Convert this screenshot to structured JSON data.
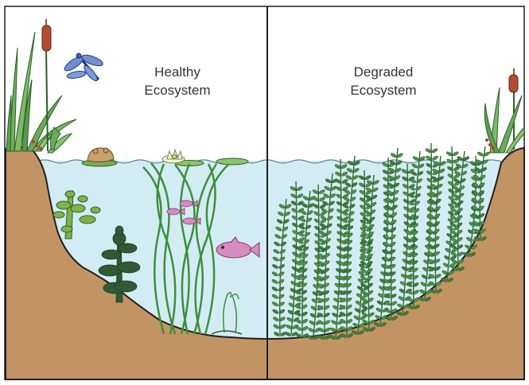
{
  "panels": [
    {
      "id": "healthy",
      "title_line1": "Healthy",
      "title_line2": "Ecosystem"
    },
    {
      "id": "degraded",
      "title_line1": "Degraded",
      "title_line2": "Ecosystem"
    }
  ],
  "colors": {
    "water": "#d3ecf3",
    "soil": "#c39463",
    "outline": "#1f1f1f",
    "plant_green": "#4a9a43",
    "dark_weed": "#2f5a35",
    "fish_pink": "#d88bc0",
    "frog": "#c9a068",
    "dragonfly": "#3b63b4",
    "cattail": "#b34b33"
  },
  "icons": [
    "dragonfly-icon",
    "frog-icon",
    "fish-icon",
    "cattail-icon",
    "water-lily-icon",
    "lily-pad-icon"
  ]
}
